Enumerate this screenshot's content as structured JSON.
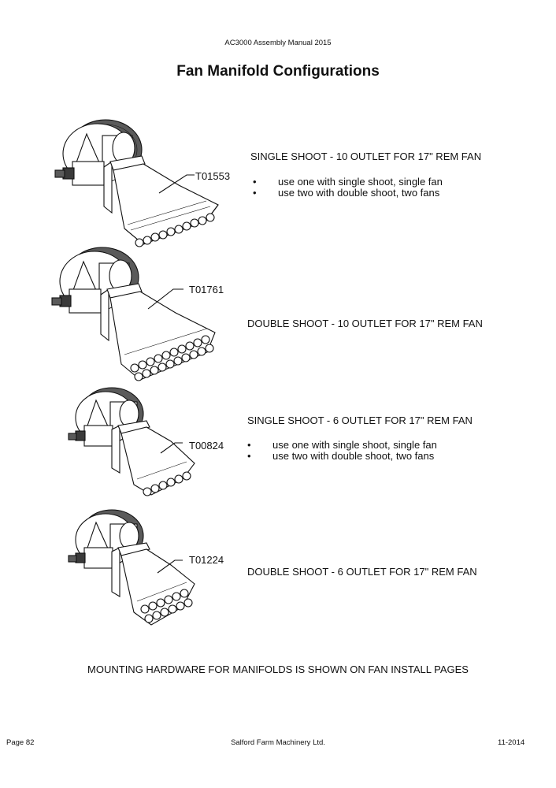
{
  "header": "AC3000 Assembly Manual 2015",
  "title": "Fan Manifold Configurations",
  "configs": [
    {
      "part": "T01553",
      "heading": "SINGLE SHOOT - 10 OUTLET FOR 17\" REM FAN",
      "bullets": [
        "use one with single shoot, single fan",
        "use two with double shoot, two fans"
      ]
    },
    {
      "part": "T01761",
      "heading": "DOUBLE SHOOT - 10 OUTLET FOR 17\" REM FAN",
      "bullets": []
    },
    {
      "part": "T00824",
      "heading": "SINGLE SHOOT - 6 OUTLET FOR 17\" REM FAN",
      "bullets": [
        "use one with single shoot, single fan",
        "use two with double shoot, two fans"
      ]
    },
    {
      "part": "T01224",
      "heading": "DOUBLE SHOOT - 6 OUTLET FOR 17\" REM FAN",
      "bullets": []
    }
  ],
  "bullet_symbol": "•",
  "note": "MOUNTING HARDWARE FOR MANIFOLDS IS SHOWN ON FAN INSTALL PAGES",
  "footer": {
    "page": "Page 82",
    "company": "Salford Farm Machinery Ltd.",
    "date": "11-2014"
  }
}
